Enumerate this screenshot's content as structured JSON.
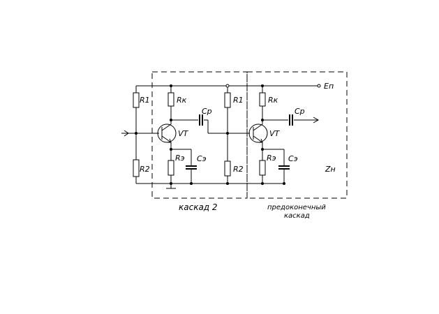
{
  "stage1": {
    "r1": "R1",
    "r2": "R2",
    "rk": "Rк",
    "cp": "Cр",
    "vt": "VT",
    "re": "Rэ",
    "ce": "Cэ",
    "caption": "каскад 2"
  },
  "stage2": {
    "r1": "R1",
    "r2": "R2",
    "rk": "Rк",
    "cp": "Cр",
    "vt": "VT",
    "re": "Rэ",
    "ce": "Cэ",
    "caption_line1": "предоконечный",
    "caption_line2": "каскад"
  },
  "supply": "Eп",
  "load": "Zн"
}
